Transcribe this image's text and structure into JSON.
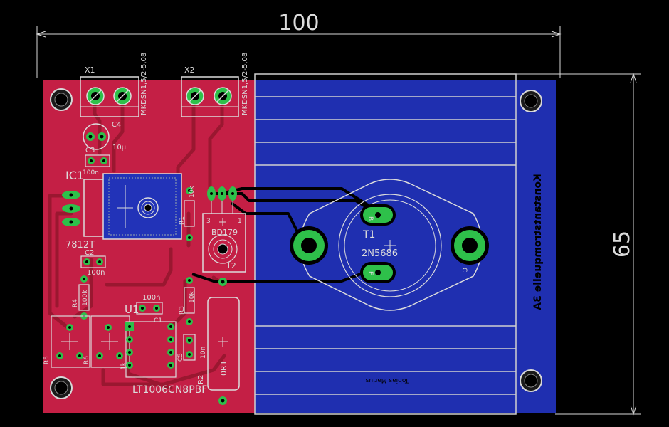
{
  "dimensions": {
    "width_label": "100",
    "height_label": "65"
  },
  "connectors": [
    {
      "name": "X1",
      "part": "MKDSN1,5/2-5,08"
    },
    {
      "name": "X2",
      "part": "MKDSN1,5/2-5,08"
    }
  ],
  "labels": {
    "c4": "C4",
    "c4_value": "10µ",
    "c3": "C3",
    "ic1": "IC1",
    "ic1_value": "100n",
    "reg_type": "7812T",
    "c2": "C2",
    "c2_value": "100n",
    "r4": "R4",
    "r4_value": "100k",
    "u1": "U1",
    "u1_cap_value": "100n",
    "c1": "C1",
    "r5": "R5",
    "r6": "R6",
    "r6_value": "1k",
    "u1_type": "LT1006CN8PBF",
    "r1": "R1",
    "r1_value": "10k",
    "r3": "R3",
    "r3_value": "10k",
    "c5": "C5",
    "c5_value": "10n",
    "r2": "R2",
    "r2_value": "0R1",
    "t2": "T2",
    "t2_type": "BD179",
    "t1": "T1",
    "t1_type": "2N5686",
    "pin_b": "B",
    "pin_e": "E",
    "pin_c": "C",
    "pin_3": "3",
    "pin_1": "1"
  },
  "mirrored_text": {
    "title": "Konstantstromquelle 3A",
    "author": "Tobias Marius"
  },
  "colors": {
    "background": "#000000",
    "top_copper": "#c41f45",
    "bottom_copper": "#1f2fb0",
    "trace": "#a0192e",
    "pad": "#2ec04a",
    "silkscreen": "#dcdcdc"
  }
}
